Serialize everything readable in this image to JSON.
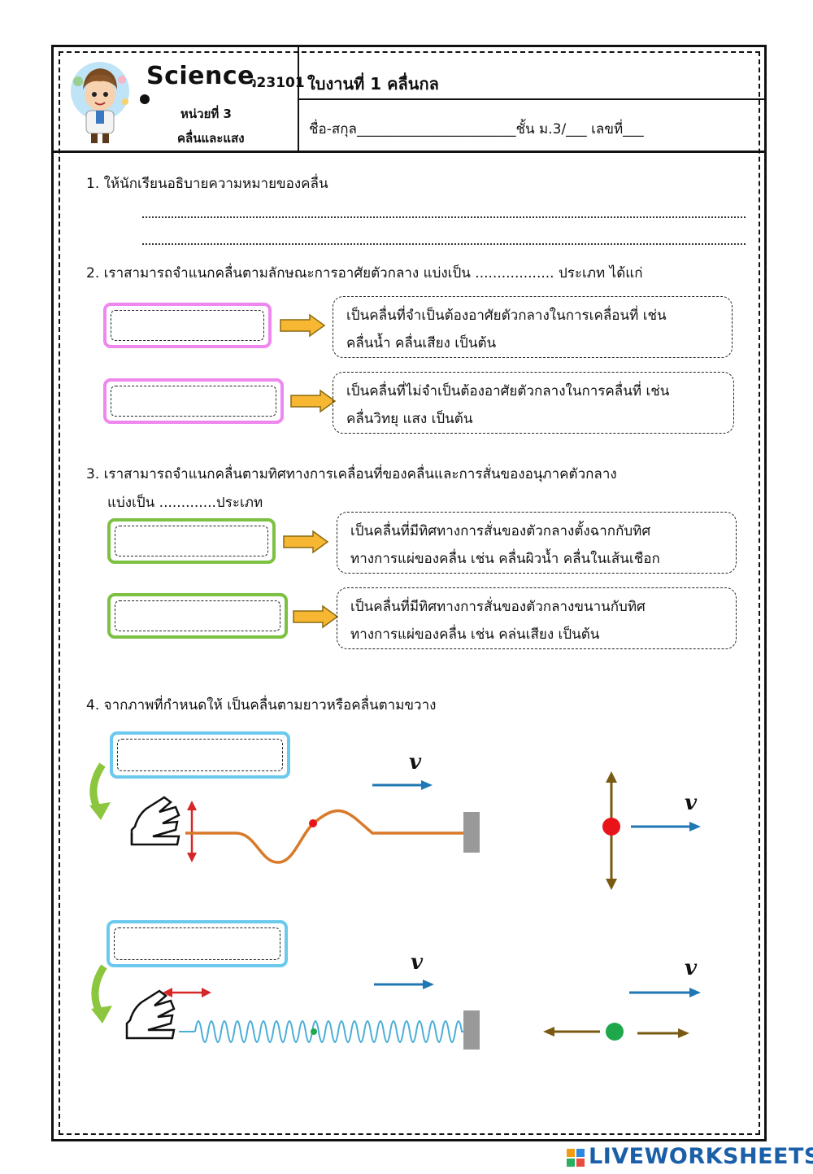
{
  "header": {
    "subject_title": "Science",
    "course_code": "ว23101",
    "unit_label": "หน่วยที่ 3",
    "unit_name": "คลื่นและแสง",
    "worksheet_title": "ใบงานที่ 1 คลื่นกล",
    "student_line": "ชื่อ-สกุล_______________________ชั้น ม.3/___ เลขที่___"
  },
  "q1": {
    "text": "1. ให้นักเรียนอธิบายความหมายของคลื่น"
  },
  "q2": {
    "text": "2. เราสามารถจำแนกคลื่นตามลักษณะการอาศัยตัวกลาง แบ่งเป็น .................. ประเภท ได้แก่",
    "items": [
      {
        "desc_line1": "เป็นคลื่นที่จำเป็นต้องอาศัยตัวกลางในการเคลื่อนที่ เช่น",
        "desc_line2": "คลื่นน้ำ คลื่นเสียง เป็นต้น"
      },
      {
        "desc_line1": "เป็นคลื่นที่ไม่จำเป็นต้องอาศัยตัวกลางในการคลื่นที่ เช่น",
        "desc_line2": "คลื่นวิทยุ แสง เป็นต้น"
      }
    ]
  },
  "q3": {
    "text_line1": "3. เราสามารถจำแนกคลื่นตามทิศทางการเคลื่อนที่ของคลื่นและการสั่นของอนุภาคตัวกลาง",
    "text_line2": "แบ่งเป็น .............ประเภท",
    "items": [
      {
        "desc_line1": "เป็นคลื่นที่มีทิศทางการสั่นของตัวกลางตั้งฉากกับทิศ",
        "desc_line2": "ทางการแผ่ของคลื่น เช่น คลื่นผิวน้ำ คลื่นในเส้นเชือก"
      },
      {
        "desc_line1": "เป็นคลื่นที่มีทิศทางการสั่นของตัวกลางขนานกับทิศ",
        "desc_line2": "ทางการแผ่ของคลื่น เช่น คล่นเสียง เป็นต้น"
      }
    ]
  },
  "q4": {
    "text": "4. จากภาพที่กำหนดให้ เป็นคลื่นตามยาวหรือคลื่นตามขวาง",
    "velocity_label": "v"
  },
  "footer": {
    "brand": "LIVEWORKSHEETS"
  },
  "colors": {
    "pink_border": "#ee88ee",
    "green_border": "#7cc142",
    "cyan_border": "#6cc9ee",
    "orange_arrow": "#f7b733",
    "blue_arrow": "#1f77b4",
    "wave": "#d97a2a",
    "spring": "#4aaed6",
    "red_dot": "#e8141a",
    "green_dot": "#1fa84a",
    "brown_arrow": "#7a5a12"
  },
  "icons": [
    "scientist-boy-icon",
    "hand-icon",
    "green-curved-arrow-icon",
    "orange-arrow-icon",
    "liveworksheets-logo-icon"
  ]
}
